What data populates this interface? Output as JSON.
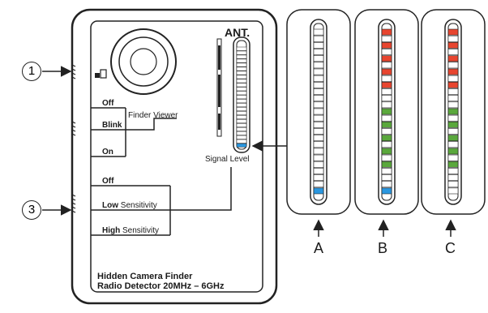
{
  "device": {
    "antenna_label": "ANT.",
    "lens_mode_label": "Finder Viewer",
    "signal_label": "Signal Level",
    "switch1_options": [
      "Off",
      "Blink",
      "On"
    ],
    "switch3_options": [
      {
        "key": "Off",
        "suffix": ""
      },
      {
        "key": "Low",
        "suffix": "Sensitivity"
      },
      {
        "key": "High",
        "suffix": "Sensitivity"
      }
    ],
    "title_line1": "Hidden Camera Finder",
    "title_line2": "Radio Detector 20MHz – 6GHz"
  },
  "callouts": [
    "1",
    "3"
  ],
  "panels": [
    {
      "letter": "A",
      "leds": [
        "w",
        "w",
        "w",
        "w",
        "w",
        "w",
        "w",
        "w",
        "w",
        "w",
        "w",
        "w",
        "w",
        "w",
        "w",
        "w",
        "w",
        "w",
        "w",
        "w",
        "w",
        "w",
        "w",
        "w",
        "blue"
      ]
    },
    {
      "letter": "B",
      "leds": [
        "red",
        "w",
        "red",
        "w",
        "red",
        "w",
        "red",
        "w",
        "red",
        "w",
        "w",
        "w",
        "green",
        "w",
        "green",
        "w",
        "green",
        "w",
        "green",
        "w",
        "green",
        "w",
        "w",
        "w",
        "blue"
      ]
    },
    {
      "letter": "C",
      "leds": [
        "red",
        "w",
        "red",
        "w",
        "red",
        "w",
        "red",
        "w",
        "red",
        "w",
        "w",
        "w",
        "green",
        "w",
        "green",
        "w",
        "green",
        "w",
        "green",
        "w",
        "green",
        "w",
        "w",
        "w",
        "w"
      ]
    }
  ],
  "colors": {
    "red": "#e8452f",
    "green": "#5aa83c",
    "blue": "#2a97e0",
    "line": "#222222"
  }
}
